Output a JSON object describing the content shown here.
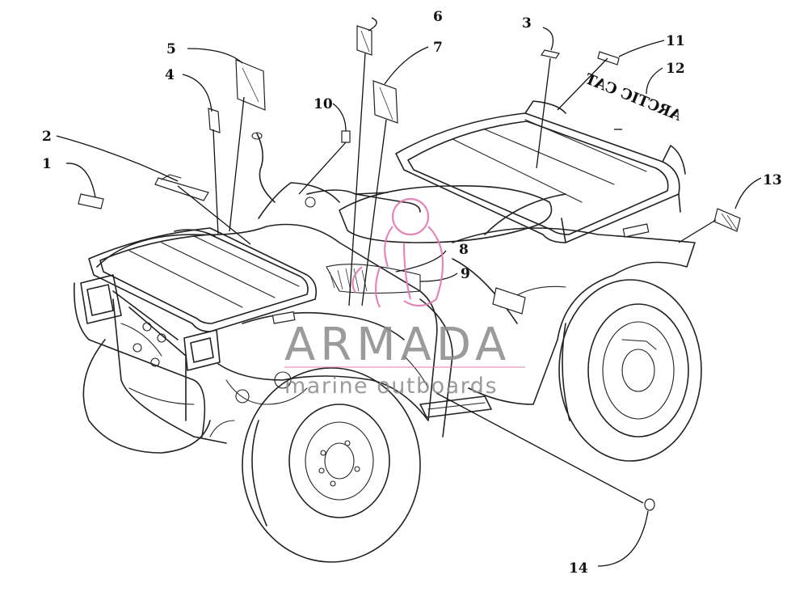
{
  "diagram": {
    "callouts": [
      {
        "id": "1",
        "label": "1"
      },
      {
        "id": "2",
        "label": "2"
      },
      {
        "id": "3",
        "label": "3"
      },
      {
        "id": "4",
        "label": "4"
      },
      {
        "id": "5",
        "label": "5"
      },
      {
        "id": "6",
        "label": "6"
      },
      {
        "id": "7",
        "label": "7"
      },
      {
        "id": "8",
        "label": "8"
      },
      {
        "id": "9",
        "label": "9"
      },
      {
        "id": "10",
        "label": "10"
      },
      {
        "id": "11",
        "label": "11"
      },
      {
        "id": "12",
        "label": "12"
      },
      {
        "id": "13",
        "label": "13"
      },
      {
        "id": "14",
        "label": "14"
      }
    ],
    "decal_text": "ARCTIC CAT",
    "watermark": {
      "title": "ARMADA",
      "subtitle": "marine outboards",
      "accent_color": "#e07ab0"
    }
  }
}
